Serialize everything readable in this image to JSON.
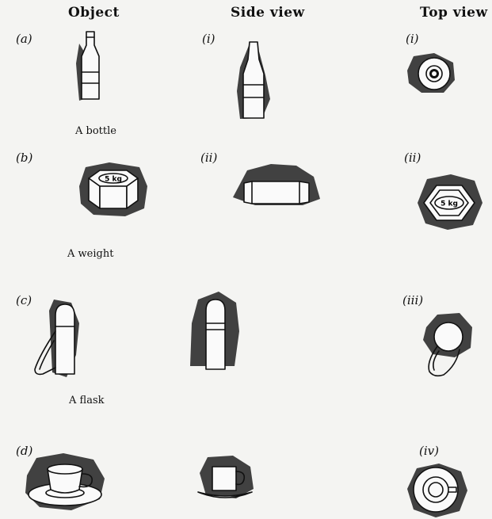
{
  "headers": {
    "object": "Object",
    "side": "Side view",
    "top": "Top view"
  },
  "rows": [
    {
      "object_label": "(a)",
      "side_label": "(i)",
      "top_label": "(i)",
      "caption": "A bottle"
    },
    {
      "object_label": "(b)",
      "side_label": "(ii)",
      "top_label": "(ii)",
      "caption": "A weight"
    },
    {
      "object_label": "(c)",
      "side_label": "",
      "top_label": "(iii)",
      "caption": "A flask"
    },
    {
      "object_label": "(d)",
      "side_label": "",
      "top_label": "(iv)",
      "caption": ""
    }
  ],
  "weight_stamp": "5 kg"
}
